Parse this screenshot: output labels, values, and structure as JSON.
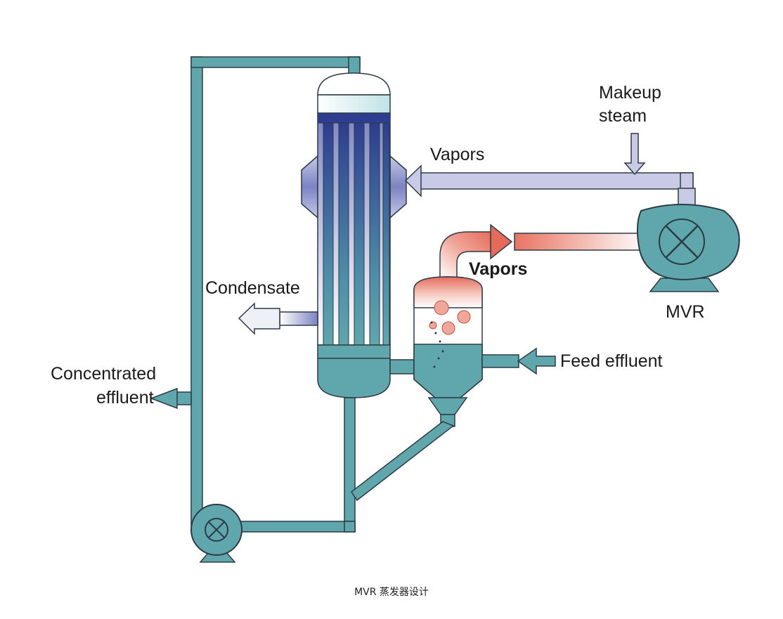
{
  "labels": {
    "makeup": [
      "Makeup",
      "steam"
    ],
    "vapors_top": "Vapors",
    "vapors_hot": "Vapors",
    "mvr": "MVR",
    "condensate": "Condensate",
    "concentrated": [
      "Concentrated",
      "effluent"
    ],
    "feed": "Feed effluent"
  },
  "caption": "MVR 蒸发器设计",
  "colors": {
    "pipe": "#5fa6ad",
    "outline": "#2d3b45",
    "vapor_pipe": "#c9cbe6",
    "hot_vapor": "#e56a5a",
    "tube": "#2e3d8f"
  }
}
